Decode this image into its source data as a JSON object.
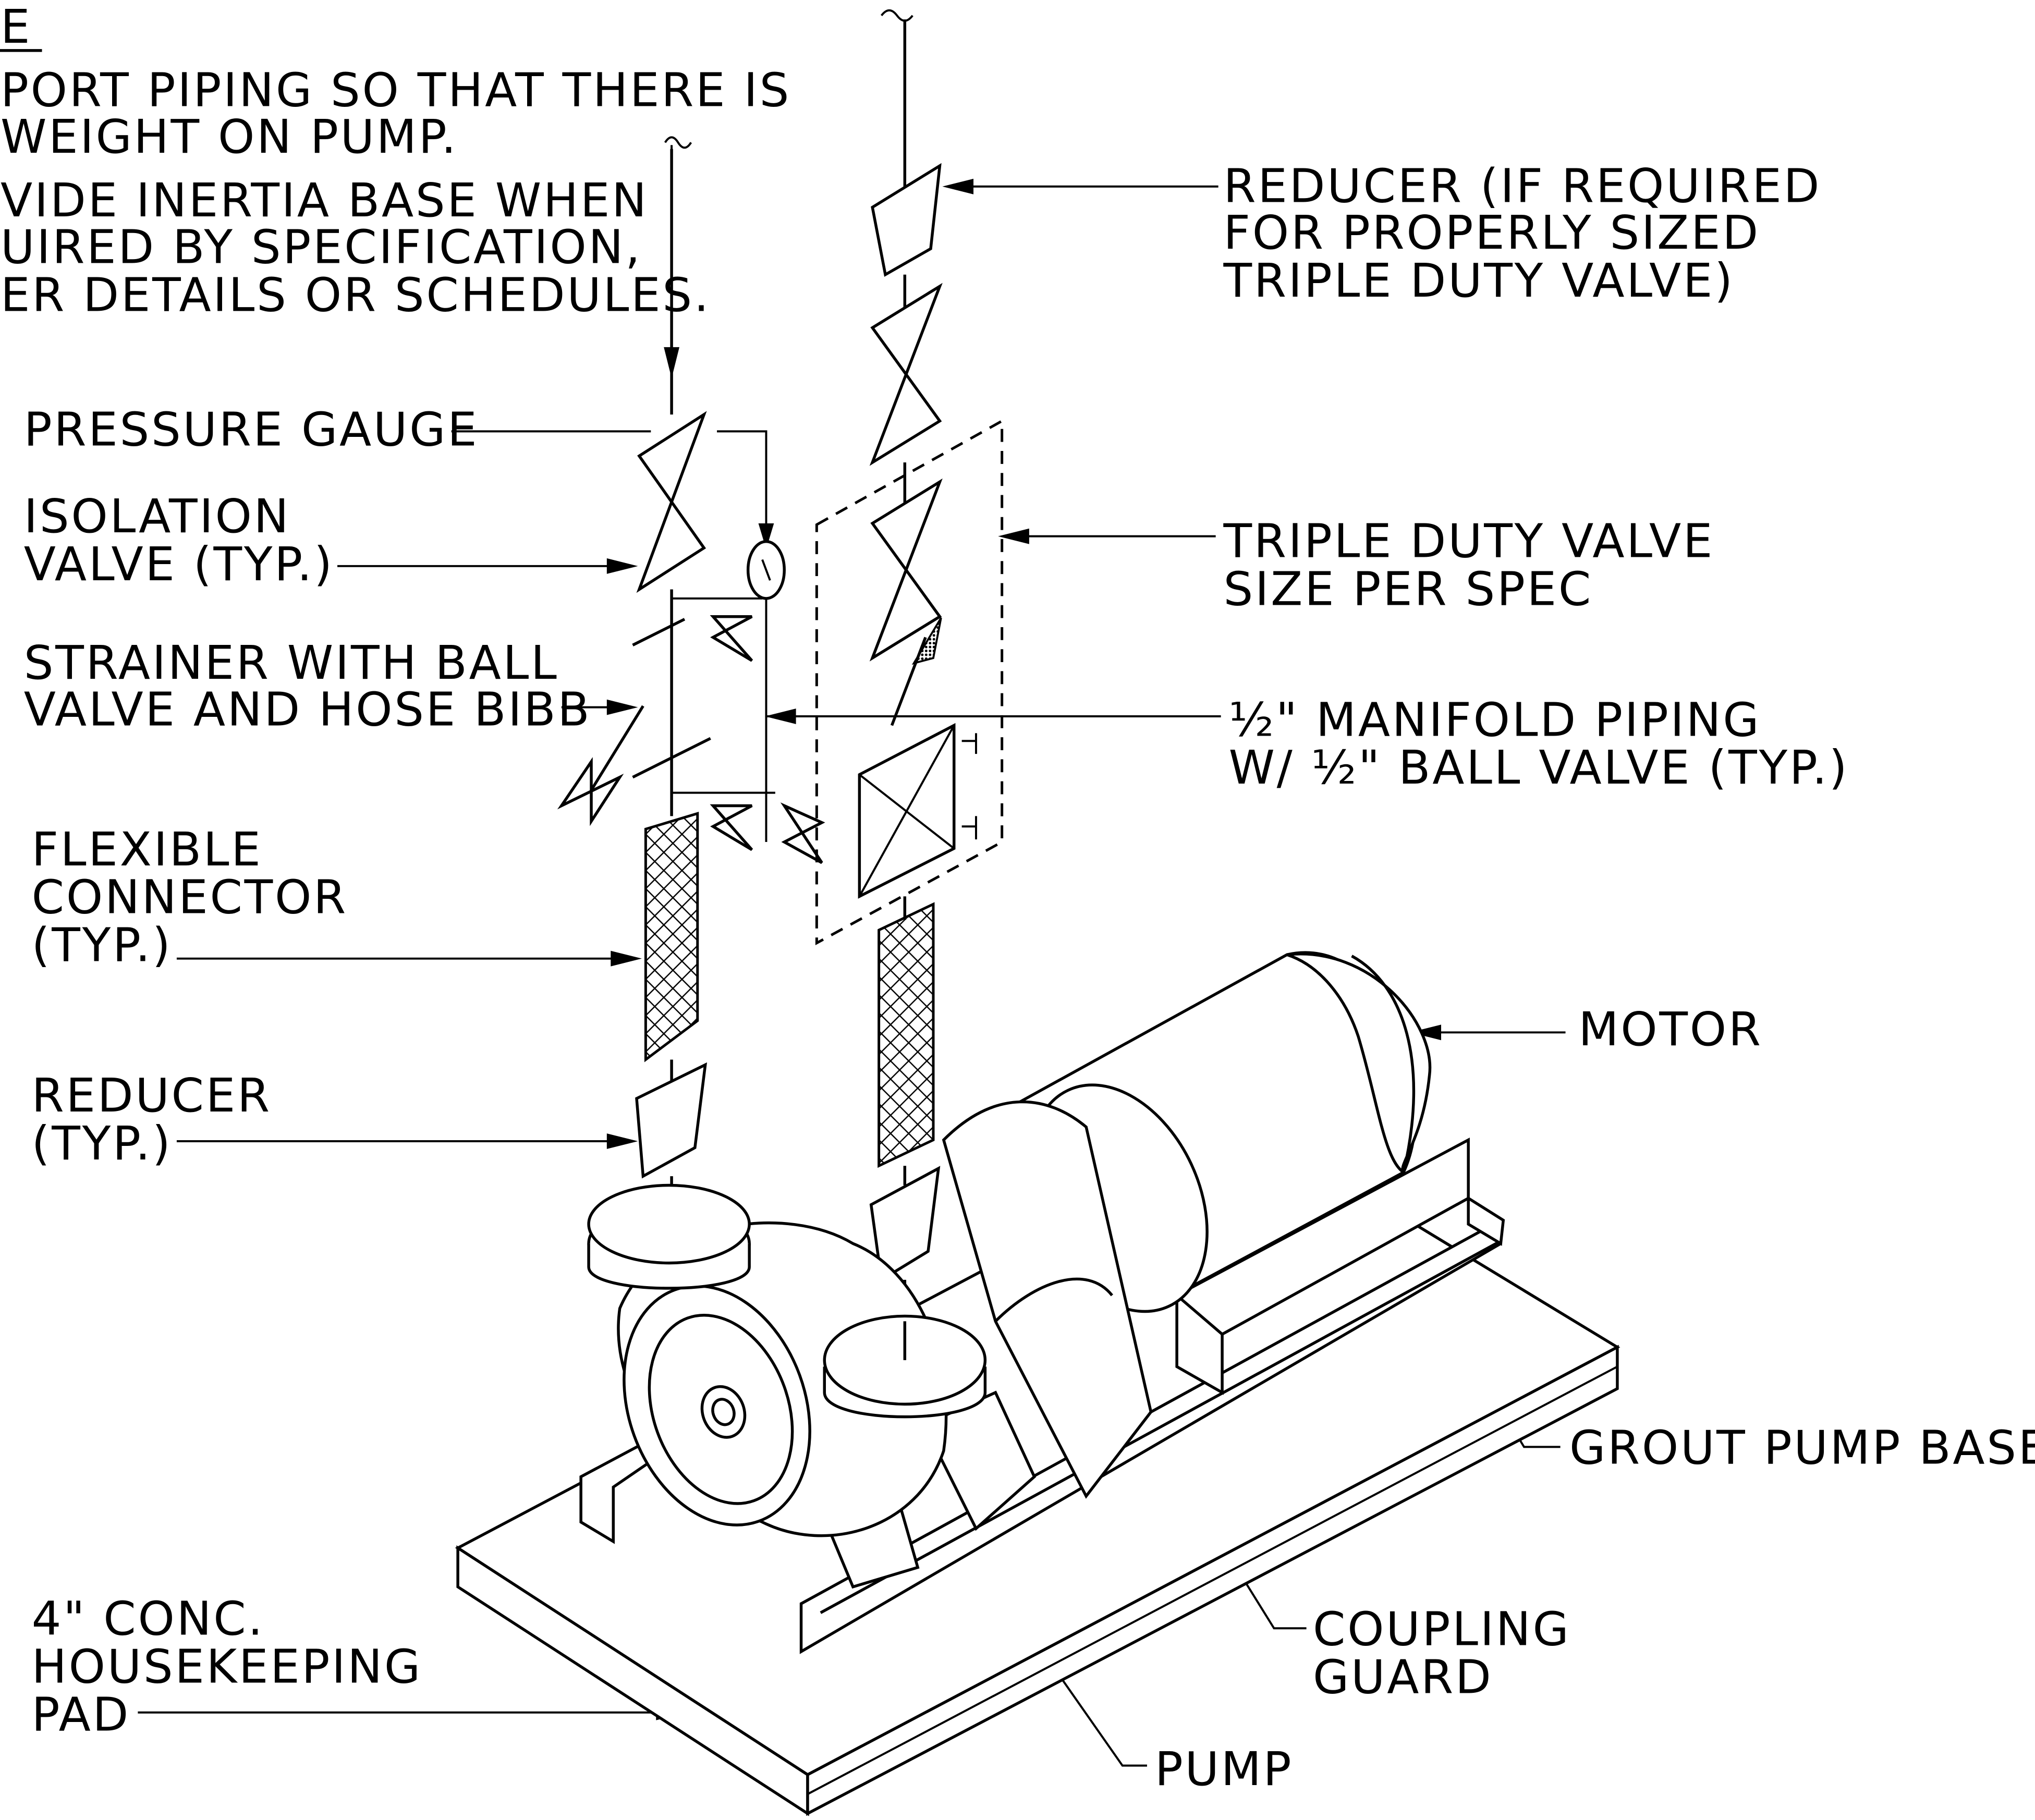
{
  "notes": {
    "heading": "E",
    "lines": [
      "PORT PIPING SO THAT THERE IS",
      "WEIGHT ON PUMP.",
      "VIDE INERTIA BASE WHEN",
      "UIRED BY SPECIFICATION,",
      "ER DETAILS OR SCHEDULES."
    ]
  },
  "callouts": {
    "pressure_gauge": [
      "PRESSURE GAUGE"
    ],
    "isolation_valve": [
      "ISOLATION",
      "VALVE (TYP.)"
    ],
    "strainer": [
      "STRAINER WITH BALL",
      "VALVE AND HOSE BIBB"
    ],
    "flexible_connector": [
      "FLEXIBLE",
      "CONNECTOR",
      "(TYP.)"
    ],
    "reducer_left": [
      "REDUCER",
      "(TYP.)"
    ],
    "housekeeping_pad": [
      "4\" CONC.",
      "HOUSEKEEPING",
      "PAD"
    ],
    "reducer_top": [
      "REDUCER (IF REQUIRED",
      "FOR PROPERLY SIZED",
      "TRIPLE DUTY VALVE)"
    ],
    "triple_duty_valve": [
      "TRIPLE DUTY VALVE",
      "SIZE PER SPEC"
    ],
    "manifold_piping": [
      "½\" MANIFOLD PIPING",
      "W/ ½\" BALL VALVE (TYP.)"
    ],
    "motor": [
      "MOTOR"
    ],
    "grout_pump_base": [
      "GROUT PUMP BASE"
    ],
    "coupling_guard": [
      "COUPLING",
      "GUARD"
    ],
    "pump": [
      "PUMP"
    ]
  }
}
